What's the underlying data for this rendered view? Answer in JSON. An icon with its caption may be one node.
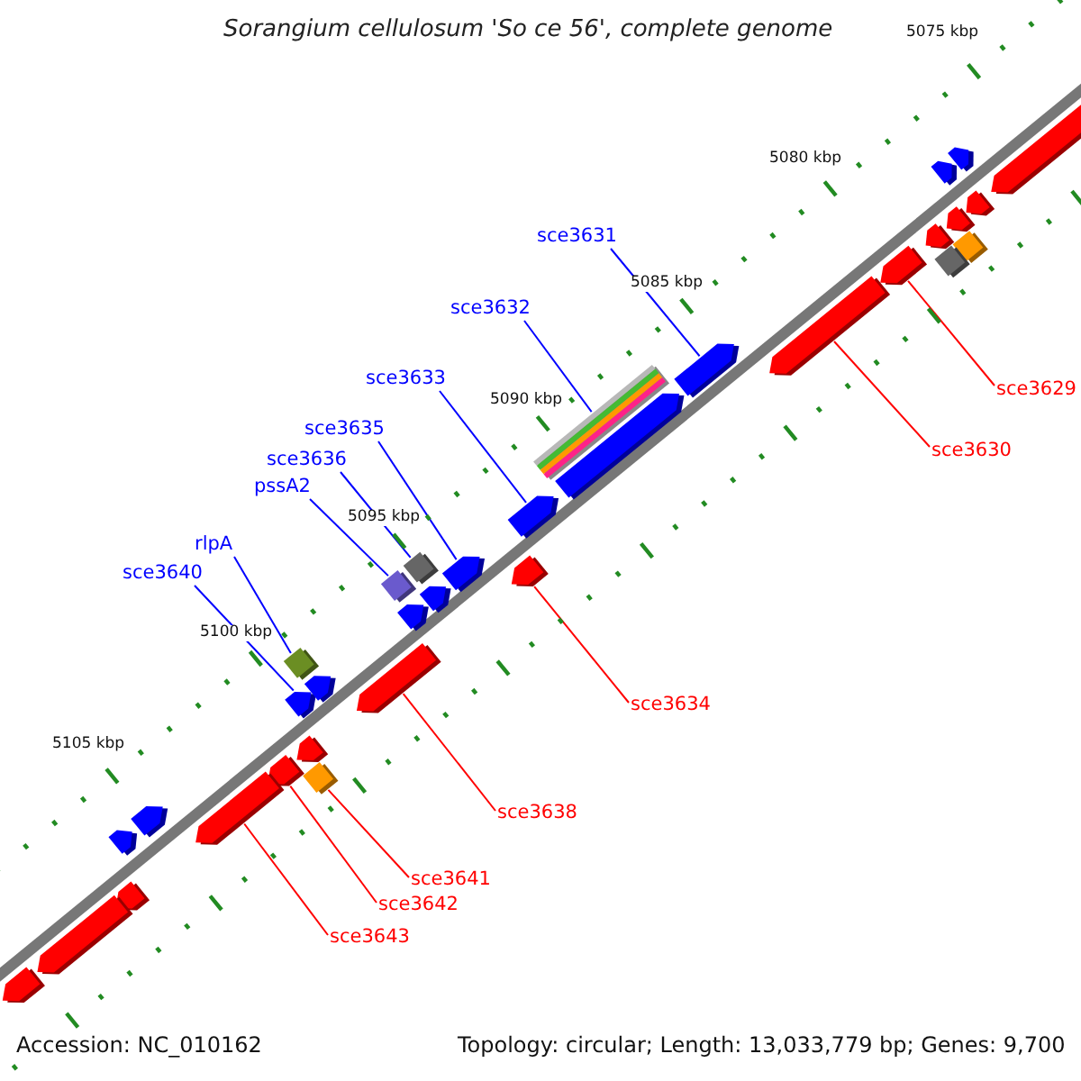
{
  "diagram": {
    "title": "Sorangium cellulosum 'So ce 56', complete genome",
    "nodes": [
      {
        "text": [
          "sce3631"
        ]
      },
      {
        "text": [
          "sce3632"
        ]
      },
      {
        "text": [
          "sce3633"
        ]
      },
      {
        "text": [
          "sce3629"
        ]
      },
      {
        "text": [
          "sce3635"
        ]
      },
      {
        "text": [
          "sce3630"
        ]
      },
      {
        "text": [
          "sce3636"
        ]
      },
      {
        "text": [
          "pssA2"
        ]
      },
      {
        "text": [
          "rlpA"
        ]
      },
      {
        "text": [
          "sce3640"
        ]
      },
      {
        "text": [
          "sce3634"
        ]
      },
      {
        "text": [
          "sce3638"
        ]
      },
      {
        "text": [
          "sce3641"
        ]
      },
      {
        "text": [
          "sce3642"
        ]
      },
      {
        "text": [
          "sce3643"
        ]
      },
      {
        "text": [],
        "shape": "pentagon"
      },
      {
        "text": [],
        "shape": "bar"
      },
      {
        "text": [],
        "shape": "pentagon"
      },
      {
        "text": [],
        "shape": "pentagon"
      },
      {
        "text": [],
        "shape": "pentagon"
      },
      {
        "text": [],
        "shape": "pentagon"
      },
      {
        "text": [],
        "shape": "box"
      },
      {
        "text": [],
        "shape": "box"
      },
      {
        "text": [],
        "shape": "box"
      },
      {
        "text": [],
        "shape": "pentagon"
      },
      {
        "text": [],
        "shape": "pentagon"
      },
      {
        "text": [],
        "shape": "pentagon"
      },
      {
        "text": [],
        "shape": "box"
      },
      {
        "text": [],
        "shape": "pentagon"
      },
      {
        "text": [],
        "shape": "pentagon"
      },
      {
        "text": [],
        "shape": "pentagon"
      },
      {
        "text": [],
        "shape": "pentagon"
      },
      {
        "text": [],
        "shape": "pentagon"
      },
      {
        "text": [],
        "shape": "pentagon"
      },
      {
        "text": [],
        "shape": "pentagon"
      },
      {
        "text": [],
        "shape": "pentagon"
      },
      {
        "text": [],
        "shape": "pentagon"
      },
      {
        "text": [],
        "shape": "pentagon"
      },
      {
        "text": [],
        "shape": "pentagon"
      },
      {
        "text": [],
        "shape": "pentagon"
      },
      {
        "text": [],
        "shape": "pentagon"
      },
      {
        "text": [],
        "shape": "pentagon"
      },
      {
        "text": [],
        "shape": "box"
      },
      {
        "text": [],
        "shape": "box"
      },
      {
        "text": [],
        "shape": "pentagon"
      },
      {
        "text": [],
        "shape": "pentagon"
      },
      {
        "text": [],
        "shape": "pentagon"
      },
      {
        "text": [],
        "shape": "pentagon"
      }
    ],
    "edges": [
      {
        "from": 0,
        "to": 15,
        "arrow": "none"
      },
      {
        "from": 1,
        "to": 16,
        "arrow": "none"
      },
      {
        "from": 2,
        "to": 17,
        "arrow": "none"
      },
      {
        "from": 3,
        "to": 18,
        "arrow": "none",
        "color": "#ff0000"
      },
      {
        "from": 4,
        "to": 19,
        "arrow": "none"
      },
      {
        "from": 5,
        "to": 20,
        "arrow": "none",
        "color": "#ff0000"
      },
      {
        "from": 6,
        "to": 21,
        "arrow": "none"
      },
      {
        "from": 7,
        "to": 22,
        "arrow": "none"
      },
      {
        "from": 8,
        "to": 23,
        "arrow": "none"
      },
      {
        "from": 9,
        "to": 24,
        "arrow": "none"
      },
      {
        "from": 10,
        "to": 25,
        "arrow": "none",
        "color": "#ff0000"
      },
      {
        "from": 11,
        "to": 26,
        "arrow": "none",
        "color": "#ff0000"
      },
      {
        "from": 12,
        "to": 27,
        "arrow": "none",
        "color": "#ff0000"
      },
      {
        "from": 13,
        "to": 28,
        "arrow": "none",
        "color": "#ff0000"
      },
      {
        "from": 14,
        "to": 29,
        "arrow": "none",
        "color": "#ff0000"
      }
    ],
    "labels": [
      "5075 kbp",
      "5080 kbp",
      "5085 kbp",
      "5090 kbp",
      "5095 kbp",
      "5100 kbp",
      "5105 kbp",
      "Accession: NC_010162",
      "Topology: circular; Length: 13,033,779 bp; Genes: 9,700"
    ]
  }
}
